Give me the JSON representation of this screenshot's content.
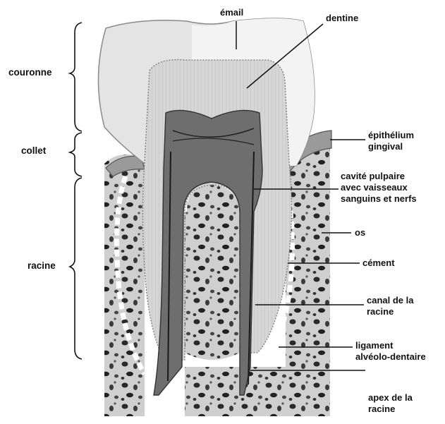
{
  "diagram": {
    "sections": {
      "crown": "couronne",
      "neck": "collet",
      "root": "racine"
    },
    "labels": {
      "enamel": "émail",
      "dentin": "dentine",
      "gingival_epithelium": [
        "épithélium",
        "gingival"
      ],
      "pulp_cavity": [
        "cavité pulpaire",
        "avec vaisseaux",
        "sanguins et nerfs"
      ],
      "bone": "os",
      "cementum": "cément",
      "root_canal": [
        "canal de la",
        "racine"
      ],
      "ligament": [
        "ligament",
        "alvéolo-dentaire"
      ],
      "apex": [
        "apex de la",
        "racine"
      ]
    }
  }
}
